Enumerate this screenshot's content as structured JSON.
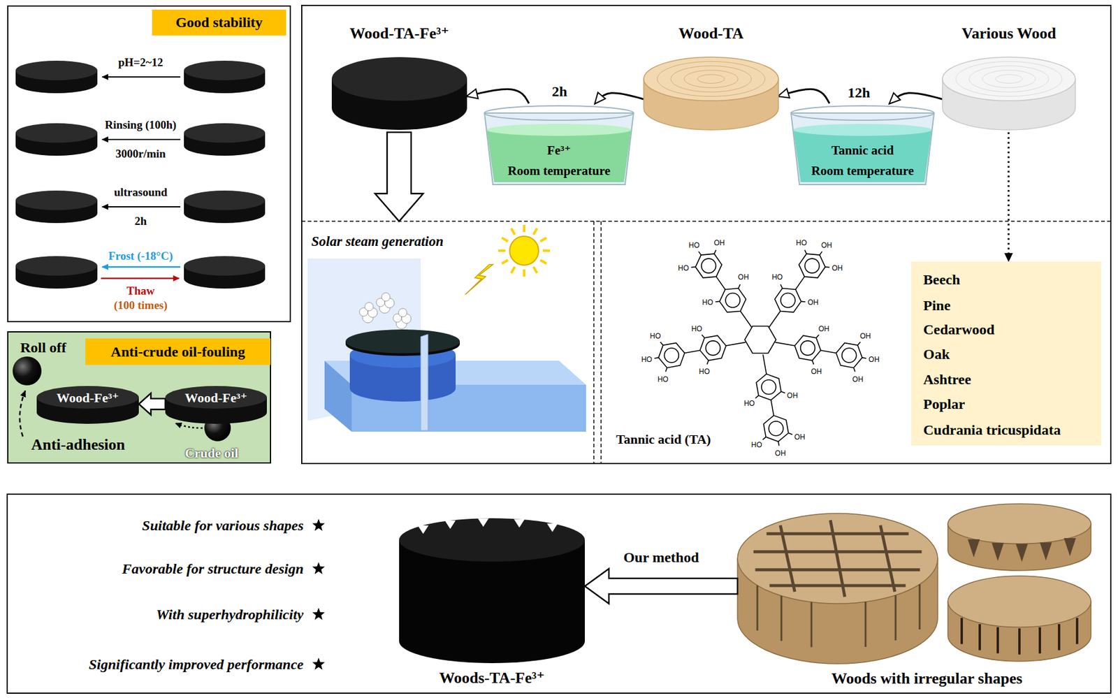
{
  "diagram": {
    "nodes": [
      {
        "text": [
          "Good stability"
        ]
      },
      {
        "text": [
          "Anti-crude oil-fouling"
        ]
      },
      {
        "text": [
          "Wood-Fe³⁺"
        ],
        "in": 1
      },
      {
        "text": [
          "Wood-Fe³⁺"
        ],
        "in": 1
      },
      {
        "text": [
          "Wood-TA-Fe³⁺"
        ]
      },
      {
        "text": [
          "Fe³⁺",
          "Room temperature"
        ]
      },
      {
        "text": [
          "Wood-TA"
        ]
      },
      {
        "text": [
          "Tannic acid",
          "Room temperature"
        ]
      },
      {
        "text": [
          "Various Wood"
        ]
      },
      {
        "text": [
          "Solar steam generation"
        ]
      },
      {
        "text": [
          "Beech",
          "Pine",
          "Cedarwood",
          "Oak",
          "Ashtree",
          "Poplar",
          "Cudrania tricuspidata"
        ]
      },
      {
        "text": [
          "Woods-TA-Fe³⁺"
        ]
      },
      {
        "text": [
          "Woods with irregular shapes"
        ]
      }
    ],
    "edges": [
      {
        "from": 3,
        "to": 2,
        "arrow": "to"
      },
      {
        "from": 8,
        "to": 7,
        "arrow": "to"
      },
      {
        "from": 7,
        "to": 6,
        "arrow": "to"
      },
      {
        "from": 6,
        "to": 5,
        "arrow": "to"
      },
      {
        "from": 5,
        "to": 4,
        "arrow": "to"
      },
      {
        "from": 4,
        "to": 9,
        "arrow": "to"
      },
      {
        "from": 8,
        "to": 10,
        "arrow": "to"
      },
      {
        "from": 12,
        "to": 11,
        "label": "Our method",
        "arrow": "to"
      }
    ],
    "labels": [
      "pH=2~12",
      "Rinsing (100h)",
      "3000r/min",
      "ultrasound",
      "2h",
      "Frost (-18°C)",
      "Thaw",
      "(100 times)",
      "Roll off",
      "Anti-adhesion",
      "Crude oil",
      "12h",
      "2h",
      "Tannic acid (TA)",
      "HO",
      "OH",
      "HO",
      "HO",
      "OH",
      "HO",
      "OH",
      "HO",
      "OH",
      "OH",
      "OH",
      "OH",
      "OH",
      "OH",
      "OH",
      "OH",
      "HO",
      "OH",
      "OH",
      "HO",
      "HO",
      "HO",
      "HO",
      "HO",
      "HO",
      "Suitable for various shapes",
      "Favorable for structure design",
      "With superhydrophilicity",
      "Significantly improved performance"
    ]
  }
}
